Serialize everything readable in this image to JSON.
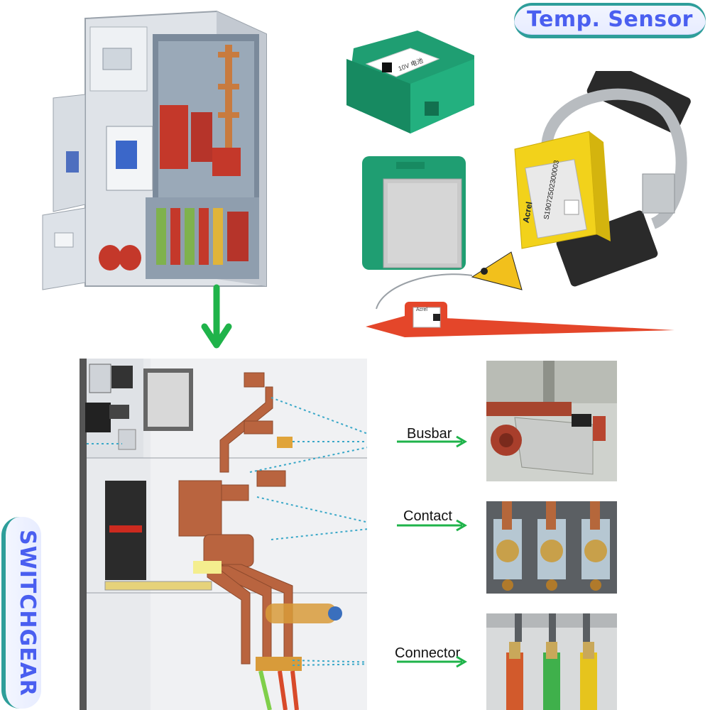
{
  "header": {
    "title": "Temp. Sensor"
  },
  "side_label": "SWITCHGEAR",
  "callouts": [
    {
      "label": "Busbar"
    },
    {
      "label": "Contact"
    },
    {
      "label": "Connector"
    }
  ],
  "sensor_labels": {
    "green_sensor_text": "10V 电池",
    "yellow_sensor_brand": "Acrel",
    "yellow_sensor_serial": "S19072502300003",
    "strap_tag_text": "Acrel"
  },
  "colors": {
    "accent_text": "#4a5ff0",
    "badge_bg": "#e7ecff",
    "badge_border": "#2e9e9a",
    "arrow_green": "#1fb34a",
    "leader_dots": "#3aa8c8",
    "busbar_copper": "#b9643f",
    "sensor_green": "#1e9e6e",
    "sensor_yellow": "#f2d21b",
    "strap_red": "#e4462a"
  }
}
